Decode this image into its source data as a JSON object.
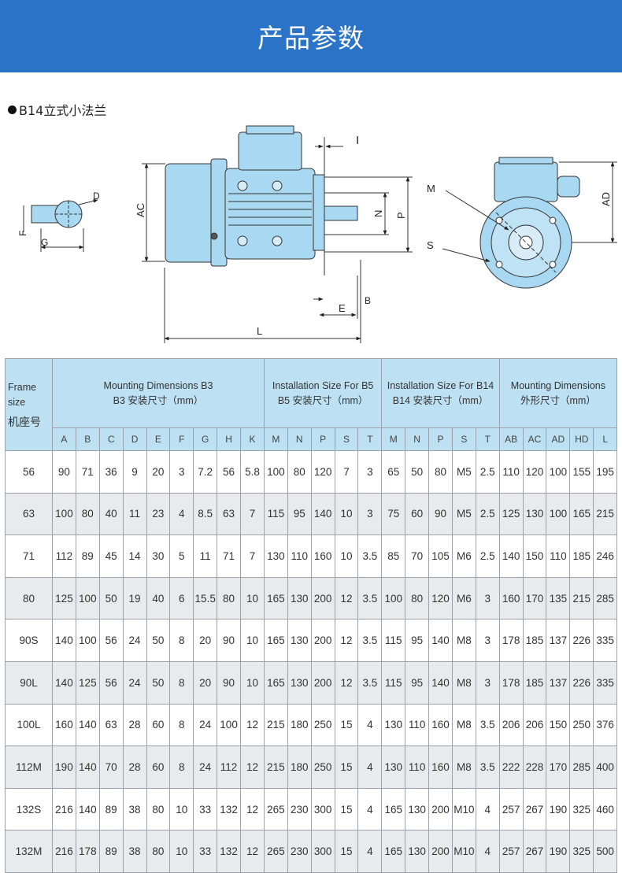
{
  "banner": {
    "title": "产品参数"
  },
  "section": {
    "title": "B14立式小法兰"
  },
  "diagram": {
    "labels": {
      "D": "D",
      "F": "F",
      "G": "G",
      "AC": "AC",
      "N": "N",
      "P": "P",
      "I": "I",
      "B": "B",
      "E": "E",
      "L": "L",
      "M": "M",
      "S": "S",
      "AD": "AD"
    }
  },
  "table": {
    "frame_header": {
      "line1": "Frame",
      "line2": "size",
      "line3": "机座号"
    },
    "groups": [
      {
        "en": "Mounting Dimensions B3",
        "zh": "B3 安装尺寸（mm）"
      },
      {
        "en": "Installation Size For B5",
        "zh": "B5 安装尺寸（mm）"
      },
      {
        "en": "Installation Size For B14",
        "zh": "B14 安装尺寸（mm）"
      },
      {
        "en": "Mounting Dimensions",
        "zh": "外形尺寸（mm）"
      }
    ],
    "columns": [
      "A",
      "B",
      "C",
      "D",
      "E",
      "F",
      "G",
      "H",
      "K",
      "M",
      "N",
      "P",
      "S",
      "T",
      "M",
      "N",
      "P",
      "S",
      "T",
      "AB",
      "AC",
      "AD",
      "HD",
      "L"
    ],
    "rows": [
      [
        "56",
        "90",
        "71",
        "36",
        "9",
        "20",
        "3",
        "7.2",
        "56",
        "5.8",
        "100",
        "80",
        "120",
        "7",
        "3",
        "65",
        "50",
        "80",
        "M5",
        "2.5",
        "110",
        "120",
        "100",
        "155",
        "195"
      ],
      [
        "63",
        "100",
        "80",
        "40",
        "11",
        "23",
        "4",
        "8.5",
        "63",
        "7",
        "115",
        "95",
        "140",
        "10",
        "3",
        "75",
        "60",
        "90",
        "M5",
        "2.5",
        "125",
        "130",
        "100",
        "165",
        "215"
      ],
      [
        "71",
        "112",
        "89",
        "45",
        "14",
        "30",
        "5",
        "11",
        "71",
        "7",
        "130",
        "110",
        "160",
        "10",
        "3.5",
        "85",
        "70",
        "105",
        "M6",
        "2.5",
        "140",
        "150",
        "110",
        "185",
        "246"
      ],
      [
        "80",
        "125",
        "100",
        "50",
        "19",
        "40",
        "6",
        "15.5",
        "80",
        "10",
        "165",
        "130",
        "200",
        "12",
        "3.5",
        "100",
        "80",
        "120",
        "M6",
        "3",
        "160",
        "170",
        "135",
        "215",
        "285"
      ],
      [
        "90S",
        "140",
        "100",
        "56",
        "24",
        "50",
        "8",
        "20",
        "90",
        "10",
        "165",
        "130",
        "200",
        "12",
        "3.5",
        "115",
        "95",
        "140",
        "M8",
        "3",
        "178",
        "185",
        "137",
        "226",
        "335"
      ],
      [
        "90L",
        "140",
        "125",
        "56",
        "24",
        "50",
        "8",
        "20",
        "90",
        "10",
        "165",
        "130",
        "200",
        "12",
        "3.5",
        "115",
        "95",
        "140",
        "M8",
        "3",
        "178",
        "185",
        "137",
        "226",
        "335"
      ],
      [
        "100L",
        "160",
        "140",
        "63",
        "28",
        "60",
        "8",
        "24",
        "100",
        "12",
        "215",
        "180",
        "250",
        "15",
        "4",
        "130",
        "110",
        "160",
        "M8",
        "3.5",
        "206",
        "206",
        "150",
        "250",
        "376"
      ],
      [
        "112M",
        "190",
        "140",
        "70",
        "28",
        "60",
        "8",
        "24",
        "112",
        "12",
        "215",
        "180",
        "250",
        "15",
        "4",
        "130",
        "110",
        "160",
        "M8",
        "3.5",
        "222",
        "228",
        "170",
        "285",
        "400"
      ],
      [
        "132S",
        "216",
        "140",
        "89",
        "38",
        "80",
        "10",
        "33",
        "132",
        "12",
        "265",
        "230",
        "300",
        "15",
        "4",
        "165",
        "130",
        "200",
        "M10",
        "4",
        "257",
        "267",
        "190",
        "325",
        "460"
      ],
      [
        "132M",
        "216",
        "178",
        "89",
        "38",
        "80",
        "10",
        "33",
        "132",
        "12",
        "265",
        "230",
        "300",
        "15",
        "4",
        "165",
        "130",
        "200",
        "M10",
        "4",
        "257",
        "267",
        "190",
        "325",
        "500"
      ]
    ]
  },
  "colors": {
    "banner": "#2a73c6",
    "header_bg": "#bde0f3",
    "motor_body": "#a9d8f2",
    "stripe": "#e9eaeb"
  }
}
